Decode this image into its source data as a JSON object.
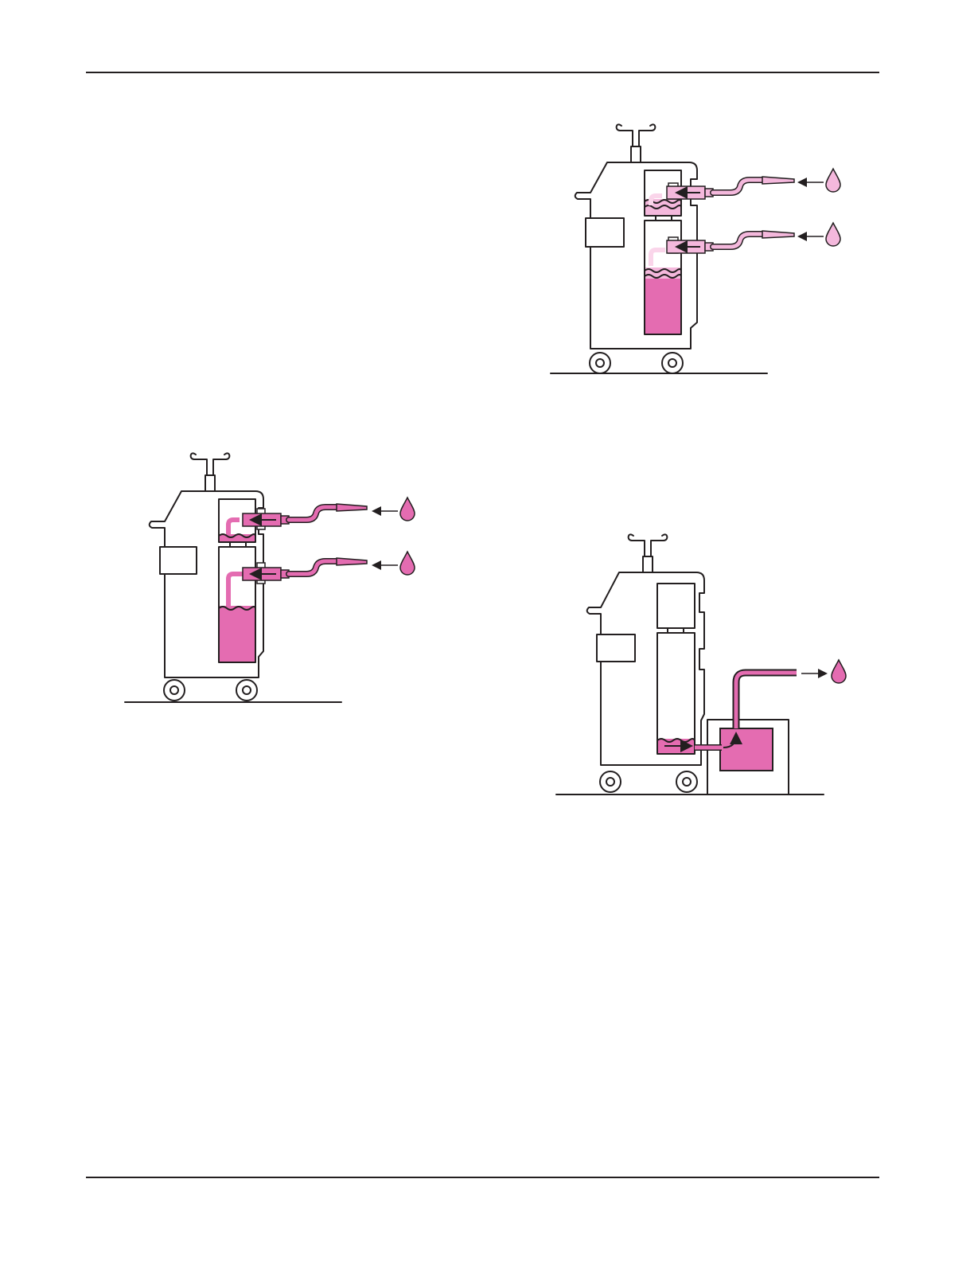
{
  "colors": {
    "line": "#231f20",
    "fluid": "#e46cb1",
    "fluid_light": "#f4b8dc",
    "fluid_pale": "#fad5ea",
    "background": "#ffffff"
  },
  "figures": [
    {
      "name": "figure-two-canisters-light-fill",
      "upper_level": 0.35,
      "lower_level": 0.48,
      "shade": "light"
    },
    {
      "name": "figure-two-canisters-filling",
      "upper_level": 0.18,
      "lower_level": 0.48,
      "shade": "full"
    },
    {
      "name": "figure-canister-drain-to-disposal-unit",
      "lower_level": 0.12,
      "shade": "full"
    }
  ],
  "icons": [
    "drop-icon",
    "arrow-left-icon",
    "arrow-right-icon",
    "cart-icon",
    "canister-icon",
    "tubing-icon",
    "disposal-unit-icon"
  ]
}
